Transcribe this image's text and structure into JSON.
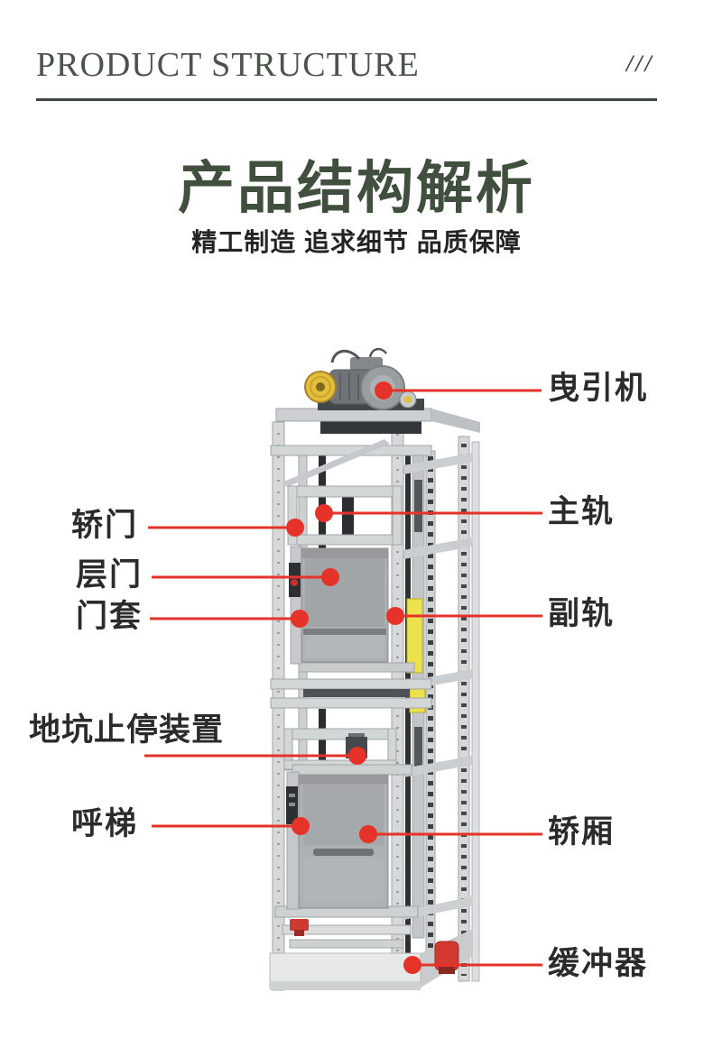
{
  "header": {
    "eyebrow": "PRODUCT STRUCTURE",
    "slashes": "///",
    "title": "产品结构解析",
    "subtitle": "精工制造 追求细节 品质保障"
  },
  "colors": {
    "accent_green": "#414f3e",
    "divider_green": "#3e463f",
    "callout_red": "#e63329",
    "label_text": "#2b2b2b",
    "safety_yellow": "#ece24e",
    "steel_gray": "#d3d6d7"
  },
  "diagram": {
    "illustration": "dumbwaiter-elevator-hoistway-structure",
    "labels": [
      {
        "text": "曳引机",
        "side": "right"
      },
      {
        "text": "轿门",
        "side": "left"
      },
      {
        "text": "主轨",
        "side": "right"
      },
      {
        "text": "层门",
        "side": "left"
      },
      {
        "text": "门套",
        "side": "left"
      },
      {
        "text": "副轨",
        "side": "right"
      },
      {
        "text": "地坑止停装置",
        "side": "left"
      },
      {
        "text": "呼梯",
        "side": "left"
      },
      {
        "text": "轿厢",
        "side": "right"
      },
      {
        "text": "缓冲器",
        "side": "right"
      }
    ]
  }
}
